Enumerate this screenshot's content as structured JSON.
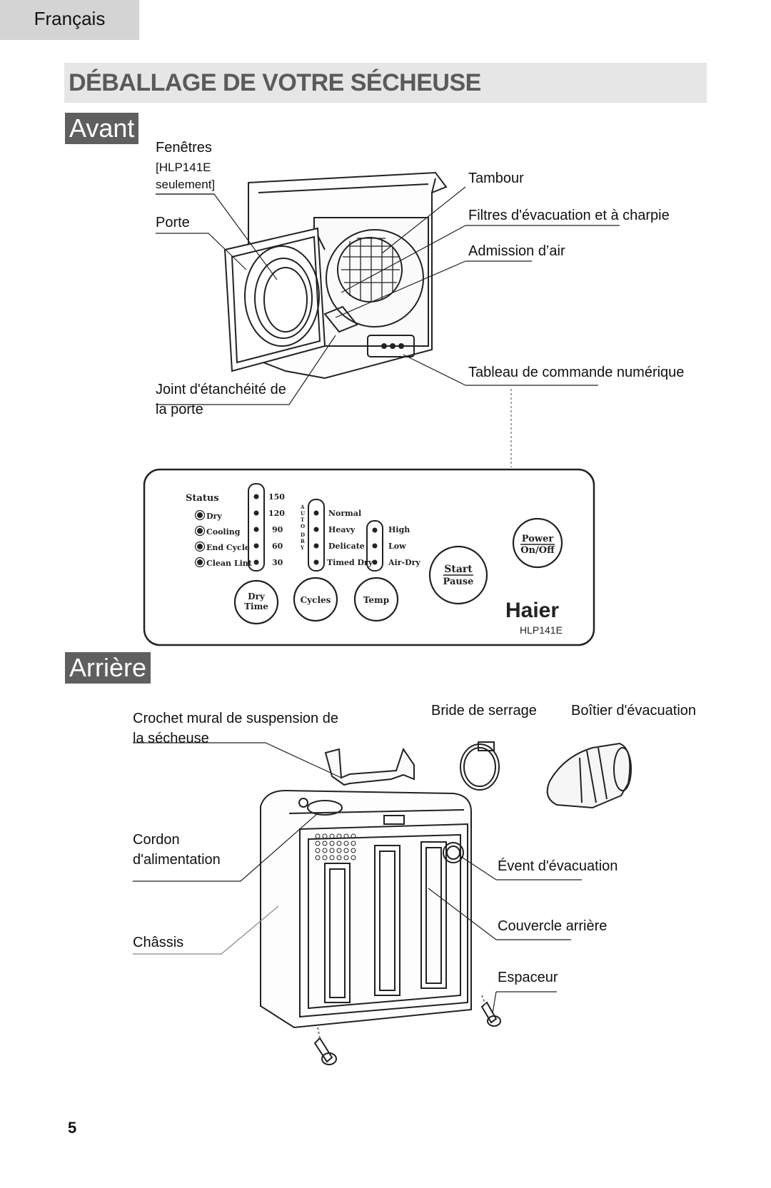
{
  "header": {
    "language_tab": "Français",
    "title": "DÉBALLAGE DE VOTRE SÉCHEUSE"
  },
  "front": {
    "section_label": "Avant",
    "labels": {
      "windows": "Fenêtres",
      "windows_note_1": "[HLP141E",
      "windows_note_2": "seulement]",
      "door": "Porte",
      "door_seal_1": "Joint d'étanchéité de",
      "door_seal_2": "la porte",
      "drum": "Tambour",
      "filters": "Filtres d'évacuation et à charpie",
      "air_intake": "Admission d’air",
      "control_panel": "Tableau de commande numérique"
    },
    "panel": {
      "status_title": "Status",
      "status_items": [
        "Dry",
        "Cooling",
        "End Cycle",
        "Clean Lint"
      ],
      "times": [
        "150",
        "120",
        "90",
        "60",
        "30"
      ],
      "auto_dry_letters": [
        "A",
        "U",
        "T",
        "O",
        "D",
        "R",
        "Y"
      ],
      "cycles": [
        "Normal",
        "Heavy",
        "Delicate",
        "Timed Dry"
      ],
      "temps": [
        "High",
        "Low",
        "Air-Dry"
      ],
      "btn_dry_time_1": "Dry",
      "btn_dry_time_2": "Time",
      "btn_cycles": "Cycles",
      "btn_temp": "Temp",
      "btn_start_1": "Start",
      "btn_start_2": "Pause",
      "btn_power_1": "Power",
      "btn_power_2": "On/Off",
      "brand": "Haier",
      "model": "HLP141E"
    }
  },
  "rear": {
    "section_label": "Arrière",
    "labels": {
      "hook_1": "Crochet mural de suspension de",
      "hook_2": "la sécheuse",
      "clamp": "Bride de serrage",
      "exhaust_box": "Boîtier d'évacuation",
      "cord_1": "Cordon",
      "cord_2": "d'alimentation",
      "vent": "Évent d'évacuation",
      "back_cover": "Couvercle arrière",
      "chassis": "Châssis",
      "spacer": "Espaceur"
    }
  },
  "page_number": "5"
}
